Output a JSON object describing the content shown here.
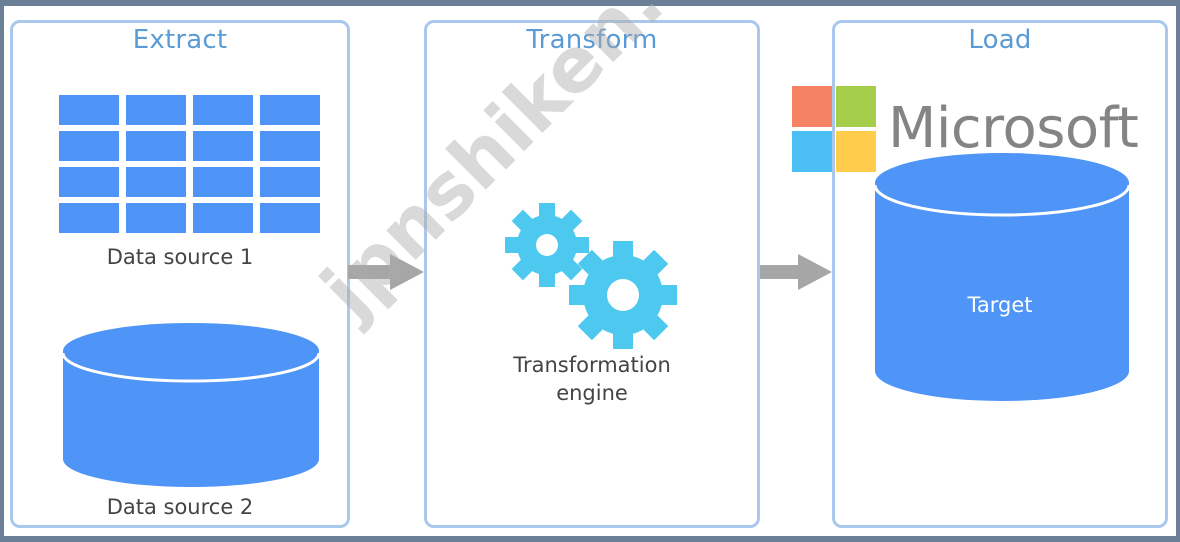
{
  "panels": {
    "extract": {
      "title": "Extract",
      "source1": "Data source 1",
      "source2": "Data source 2"
    },
    "transform": {
      "title": "Transform",
      "engine_line1": "Transformation",
      "engine_line2": "engine"
    },
    "load": {
      "title": "Load",
      "target": "Target"
    }
  },
  "logo": {
    "text": "Microsoft"
  },
  "watermark": {
    "text": "jpnshiken.com"
  },
  "colors": {
    "accent": "#5b9bd5",
    "shape": "#4f94f7",
    "gear": "#4dc9ef",
    "arrow": "#a6a6a6",
    "border": "#a9c8ec"
  }
}
